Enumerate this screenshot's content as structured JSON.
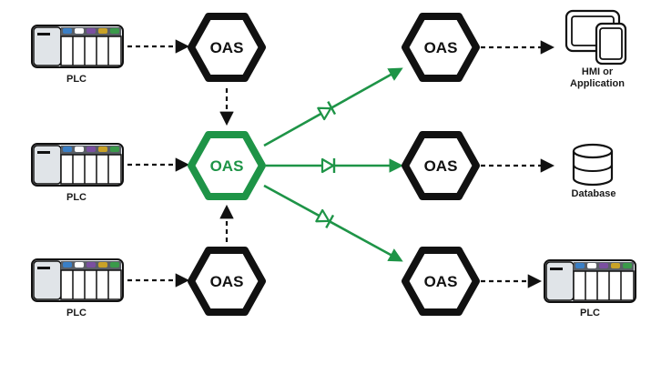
{
  "colors": {
    "ink": "#1a1a1a",
    "accent_green": "#1e9447",
    "plc_slot_colors": [
      "#3a7fc6",
      "#ffffff",
      "#7a4fa0",
      "#c9a227",
      "#3a9a4a"
    ]
  },
  "nodes": {
    "oas_label": "OAS",
    "plc_label": "PLC",
    "hmi_label_line1": "HMI or",
    "hmi_label_line2": "Application",
    "database_label": "Database"
  },
  "icons": [
    "plc-icon",
    "hmi-devices-icon",
    "database-icon",
    "diode-icon",
    "hexagon-node"
  ]
}
